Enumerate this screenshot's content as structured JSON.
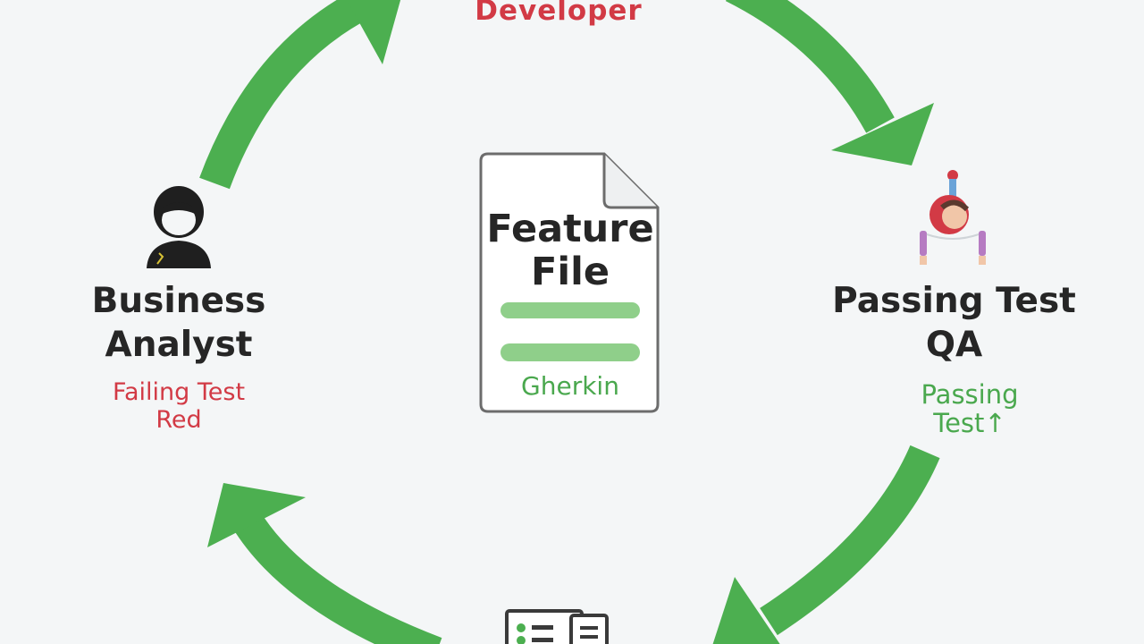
{
  "top_role": "Developer",
  "left_role": {
    "title_line1": "Business",
    "title_line2": "Analyst",
    "status_line1": "Failing Test",
    "status_line2": "Red"
  },
  "right_role": {
    "title_line1": "Passing Test",
    "title_line2": "QA",
    "status_line1": "Passing",
    "status_line2": "Test↑"
  },
  "center_document": {
    "title_line1": "Feature",
    "title_line2": "File",
    "label": "Gherkin"
  },
  "colors": {
    "arrow": "#4caf50",
    "failing": "#d23a45",
    "passing": "#4aa84e",
    "text": "#262626",
    "background": "#f4f6f7"
  },
  "icons": [
    "person-icon",
    "character-icon",
    "checklist-icon",
    "document-icon"
  ]
}
